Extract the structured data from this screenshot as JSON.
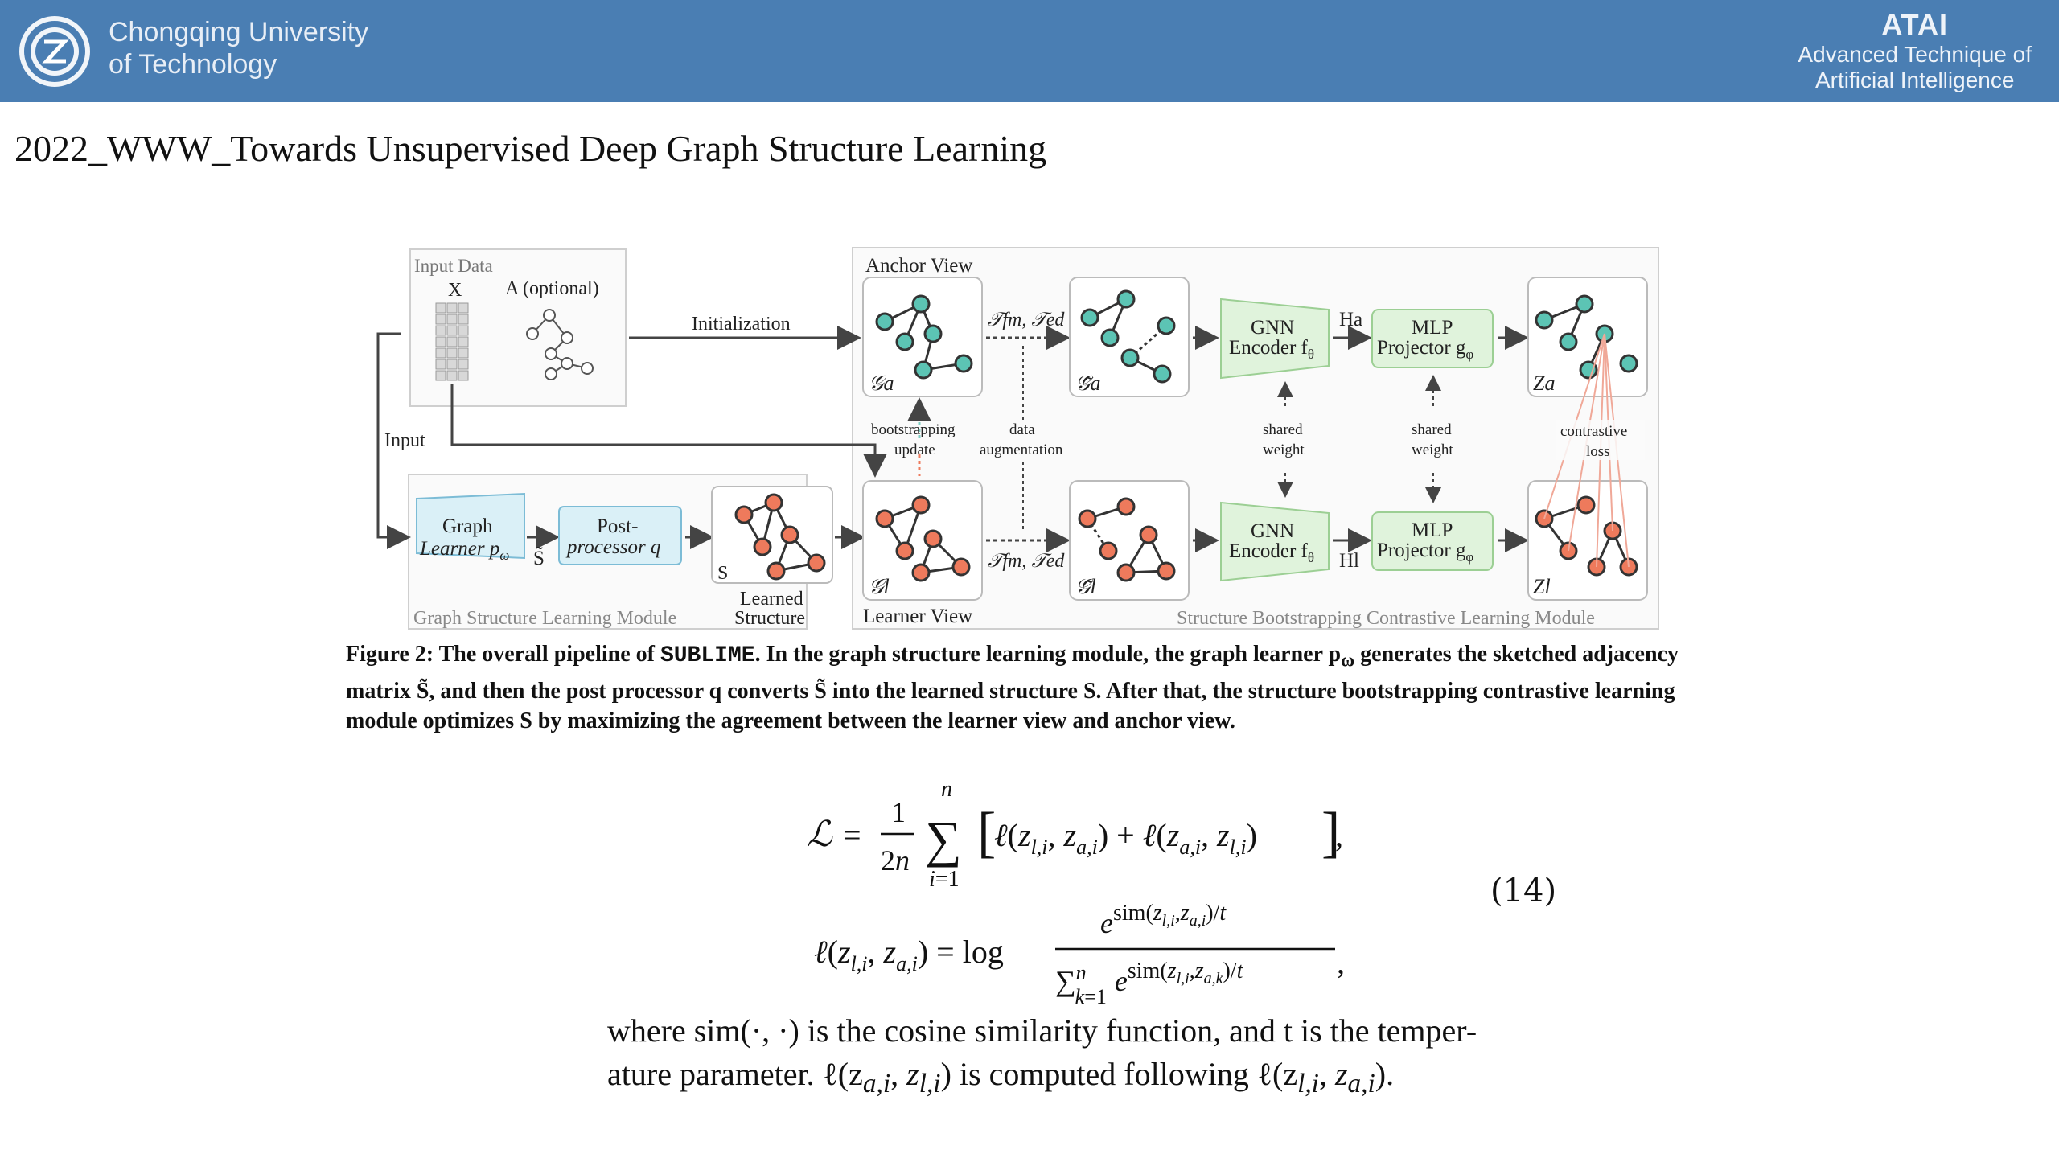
{
  "header": {
    "university_line1": "Chongqing University",
    "university_line2": "of Technology",
    "brand": "ATAI",
    "brand_sub1": "Advanced Technique of",
    "brand_sub2": "Artificial  Intelligence"
  },
  "slide": {
    "title": "2022_WWW_Towards Unsupervised Deep Graph Structure Learning"
  },
  "figure": {
    "input_data": "Input Data",
    "x_label": "X",
    "a_label": "A (optional)",
    "initialization": "Initialization",
    "input": "Input",
    "anchor_view": "Anchor View",
    "learner_view": "Learner View",
    "graph_learner_1": "Graph",
    "graph_learner_2": "Learner p",
    "graph_learner_sub": "ω",
    "s_tilde": "S̃",
    "post_processor_1": "Post-",
    "post_processor_2": "processor q",
    "s_label": "S",
    "learned_structure_1": "Learned",
    "learned_structure_2": "Structure",
    "gsl_module": "Graph Structure Learning Module",
    "sbcl_module": "Structure Bootstrapping Contrastive Learning Module",
    "bootstrapping": "bootstrapping",
    "update": "update",
    "data": "data",
    "augmentation": "augmentation",
    "shared": "shared",
    "weight": "weight",
    "contrastive": "contrastive",
    "loss": "loss",
    "gnn_1": "GNN",
    "gnn_2": "Encoder f",
    "gnn_sub": "θ",
    "mlp_1": "MLP",
    "mlp_2": "Projector g",
    "mlp_sub": "φ",
    "t_aug": "𝒯fm, 𝒯ed",
    "ga": "𝒢a",
    "ga_tilde": "𝒢̃a",
    "gl": "𝒢l",
    "gl_tilde": "𝒢̃l",
    "ha": "Ha",
    "hl": "Hl",
    "za": "Za",
    "zl": "Zl"
  },
  "caption": {
    "prefix": "Figure 2: The overall pipeline of ",
    "name": "SUBLIME",
    "text": ". In the graph structure learning module, the graph learner p",
    "sub": "ω",
    "rest": " generates the sketched adjacency matrix S̃, and then the post processor q converts S̃ into the learned structure S. After that, the structure bootstrapping contrastive learning module optimizes S by maximizing the agreement between the learner view and anchor view."
  },
  "equation": {
    "number": "(14)"
  },
  "body": {
    "line1": "where sim(·, ·) is the cosine similarity function, and t is the temper-",
    "line2_a": "ature parameter. ℓ(z",
    "line2_b": ") is computed following ℓ(z"
  },
  "colors": {
    "header_bg": "#4a7eb3",
    "teal": "#5cc4b4",
    "coral": "#ee7a5c",
    "module_fill": "#daf0f7",
    "green_fill": "#e0f3dc"
  }
}
